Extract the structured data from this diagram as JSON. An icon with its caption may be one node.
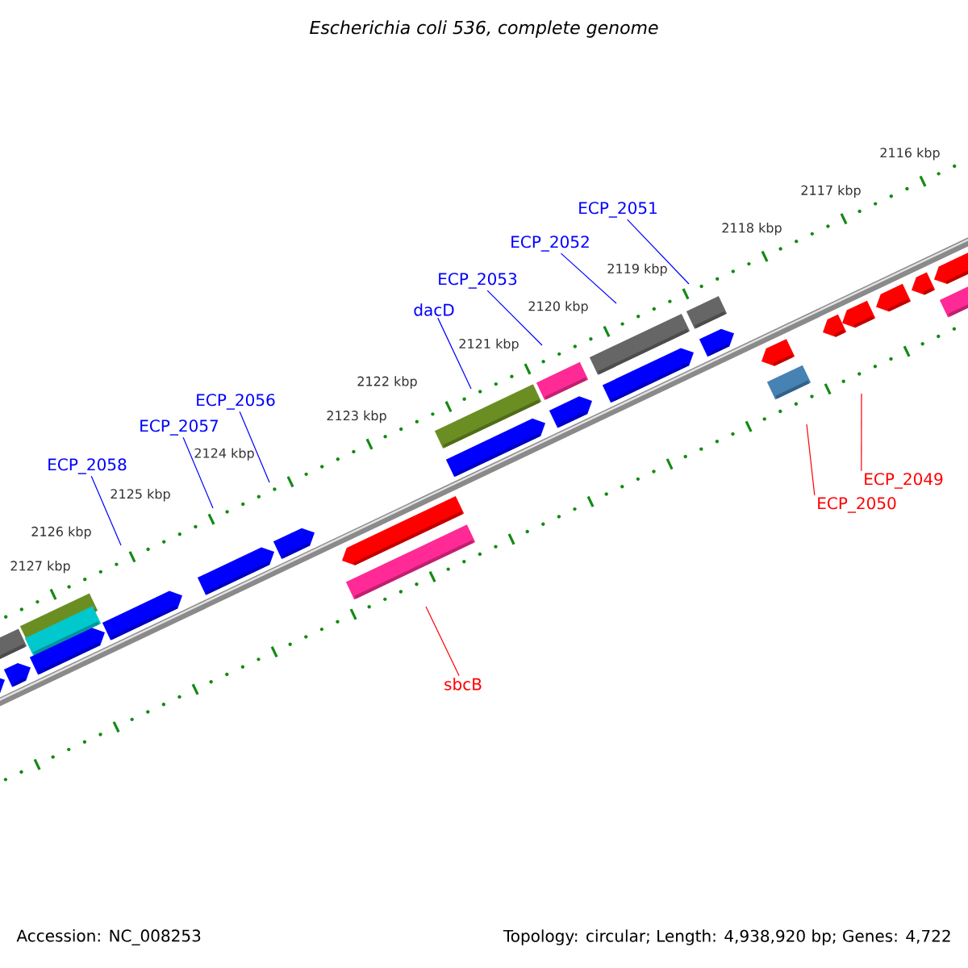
{
  "diagram": {
    "title": "Escherichia coli 536, complete genome",
    "nodes": [
      {
        "text": [
          "ECP_2051"
        ]
      },
      {
        "text": [
          "ECP_2052"
        ]
      },
      {
        "text": [
          "ECP_2053"
        ]
      },
      {
        "text": [
          "dacD"
        ]
      },
      {
        "text": [
          "ECP_2056"
        ]
      },
      {
        "text": [
          "ECP_2057"
        ]
      },
      {
        "text": [
          "ECP_2058"
        ]
      },
      {
        "text": [
          "ECP_2049"
        ]
      },
      {
        "text": [
          "ECP_2050"
        ]
      },
      {
        "text": [
          "sbcB"
        ]
      }
    ],
    "edges": [
      {
        "from": 0,
        "to": null,
        "arrow": "none"
      },
      {
        "from": 1,
        "to": null,
        "arrow": "none"
      },
      {
        "from": 2,
        "to": null,
        "arrow": "none"
      },
      {
        "from": 3,
        "to": null,
        "arrow": "none"
      },
      {
        "from": 4,
        "to": null,
        "arrow": "none"
      },
      {
        "from": 5,
        "to": null,
        "arrow": "none"
      },
      {
        "from": 6,
        "to": null,
        "arrow": "none"
      },
      {
        "from": 7,
        "to": null,
        "arrow": "none",
        "color": "#ff0000"
      },
      {
        "from": 8,
        "to": null,
        "arrow": "none",
        "color": "#ff0000"
      },
      {
        "from": 9,
        "to": null,
        "arrow": "none",
        "color": "#ff0000"
      }
    ],
    "labels": [
      "2116 kbp",
      "2117 kbp",
      "2118 kbp",
      "2119 kbp",
      "2120 kbp",
      "2121 kbp",
      "2122 kbp",
      "2123 kbp",
      "2124 kbp",
      "2125 kbp",
      "2126 kbp",
      "2127 kbp",
      "Accession: NC_008253",
      "Topology: circular; Length: 4,938,920 bp; Genes: 4,722"
    ]
  }
}
